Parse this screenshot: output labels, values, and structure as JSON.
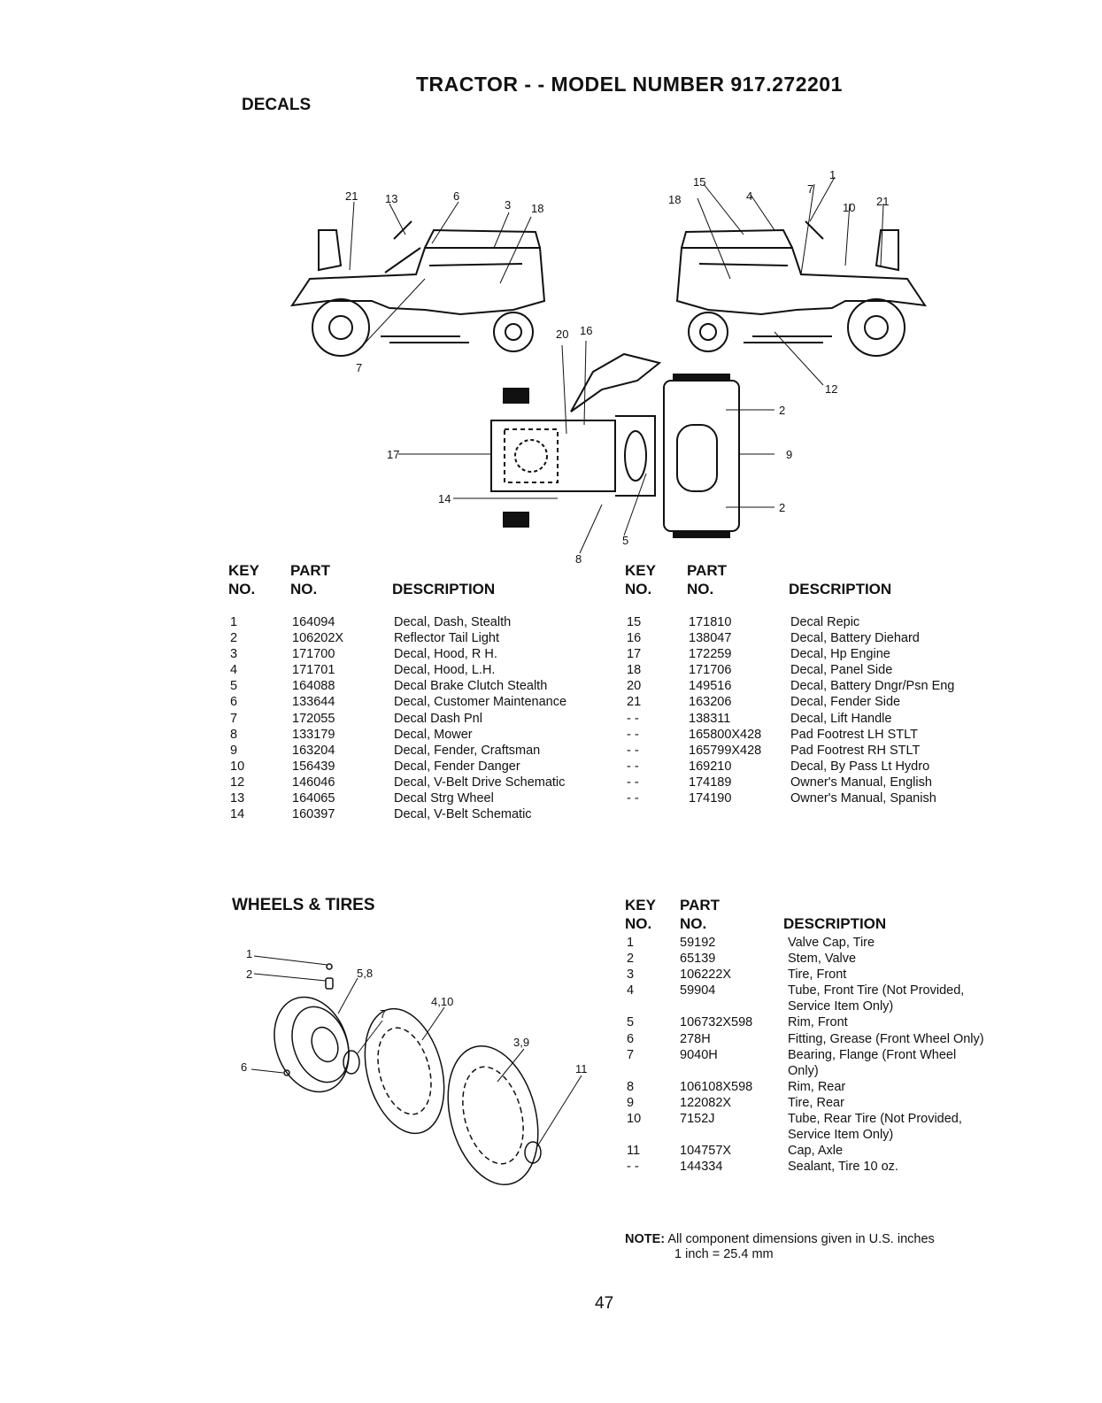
{
  "page_title": "TRACTOR - - MODEL NUMBER 917.272201",
  "decals": {
    "heading": "DECALS",
    "headers": {
      "key_top": "KEY",
      "key_bottom": "NO.",
      "part_top": "PART",
      "part_bottom": "NO.",
      "description": "DESCRIPTION"
    },
    "callouts": {
      "left_tractor": [
        "21",
        "13",
        "6",
        "3",
        "18",
        "7"
      ],
      "right_tractor": [
        "15",
        "18",
        "4",
        "7",
        "1",
        "10",
        "21",
        "12"
      ],
      "top_view": [
        "20",
        "16",
        "2",
        "9",
        "2",
        "17",
        "14",
        "5",
        "8"
      ]
    },
    "left_rows": [
      {
        "key": "1",
        "part": "164094",
        "desc": "Decal, Dash, Stealth"
      },
      {
        "key": "2",
        "part": "106202X",
        "desc": "Reflector Tail Light"
      },
      {
        "key": "3",
        "part": "171700",
        "desc": "Decal, Hood, R H."
      },
      {
        "key": "4",
        "part": "171701",
        "desc": "Decal, Hood, L.H."
      },
      {
        "key": "5",
        "part": "164088",
        "desc": "Decal Brake Clutch Stealth"
      },
      {
        "key": "6",
        "part": "133644",
        "desc": "Decal, Customer Maintenance"
      },
      {
        "key": "7",
        "part": "172055",
        "desc": "Decal Dash Pnl"
      },
      {
        "key": "8",
        "part": "133179",
        "desc": "Decal, Mower"
      },
      {
        "key": "9",
        "part": "163204",
        "desc": "Decal, Fender, Craftsman"
      },
      {
        "key": "10",
        "part": "156439",
        "desc": "Decal, Fender Danger"
      },
      {
        "key": "12",
        "part": "146046",
        "desc": "Decal, V-Belt Drive Schematic"
      },
      {
        "key": "13",
        "part": "164065",
        "desc": "Decal Strg Wheel"
      },
      {
        "key": "14",
        "part": "160397",
        "desc": "Decal, V-Belt Schematic"
      }
    ],
    "right_rows": [
      {
        "key": "15",
        "part": "171810",
        "desc": "Decal Repic"
      },
      {
        "key": "16",
        "part": "138047",
        "desc": "Decal, Battery Diehard"
      },
      {
        "key": "17",
        "part": "172259",
        "desc": "Decal, Hp Engine"
      },
      {
        "key": "18",
        "part": "171706",
        "desc": "Decal, Panel Side"
      },
      {
        "key": "20",
        "part": "149516",
        "desc": "Decal, Battery Dngr/Psn Eng"
      },
      {
        "key": "21",
        "part": "163206",
        "desc": "Decal, Fender Side"
      },
      {
        "key": "- -",
        "part": "138311",
        "desc": "Decal, Lift Handle"
      },
      {
        "key": "- -",
        "part": "165800X428",
        "desc": "Pad Footrest LH STLT"
      },
      {
        "key": "- -",
        "part": "165799X428",
        "desc": "Pad Footrest RH STLT"
      },
      {
        "key": "- -",
        "part": "169210",
        "desc": "Decal, By Pass Lt Hydro"
      },
      {
        "key": "- -",
        "part": "174189",
        "desc": "Owner's Manual, English"
      },
      {
        "key": "- -",
        "part": "174190",
        "desc": "Owner's Manual, Spanish"
      }
    ]
  },
  "wheels": {
    "heading": "WHEELS & TIRES",
    "callouts": [
      "1",
      "2",
      "5,8",
      "4,10",
      "7",
      "3,9",
      "6",
      "11"
    ],
    "rows": [
      {
        "key": "1",
        "part": "59192",
        "desc": "Valve Cap, Tire"
      },
      {
        "key": "2",
        "part": "65139",
        "desc": "Stem, Valve"
      },
      {
        "key": "3",
        "part": "106222X",
        "desc": "Tire, Front"
      },
      {
        "key": "4",
        "part": "59904",
        "desc": "Tube, Front Tire (Not Provided, Service Item Only)"
      },
      {
        "key": "5",
        "part": "106732X598",
        "desc": "Rim, Front"
      },
      {
        "key": "6",
        "part": "278H",
        "desc": "Fitting, Grease (Front Wheel Only)"
      },
      {
        "key": "7",
        "part": "9040H",
        "desc": "Bearing, Flange (Front Wheel Only)"
      },
      {
        "key": "8",
        "part": "106108X598",
        "desc": "Rim, Rear"
      },
      {
        "key": "9",
        "part": "122082X",
        "desc": "Tire, Rear"
      },
      {
        "key": "10",
        "part": "7152J",
        "desc": "Tube, Rear Tire (Not Provided, Service Item Only)"
      },
      {
        "key": "11",
        "part": "104757X",
        "desc": "Cap, Axle"
      },
      {
        "key": "- -",
        "part": "144334",
        "desc": "Sealant, Tire 10 oz."
      }
    ],
    "note_label": "NOTE:",
    "note_line1": "All component dimensions given in U.S. inches",
    "note_line2": "1 inch = 25.4 mm"
  },
  "page_number": "47"
}
